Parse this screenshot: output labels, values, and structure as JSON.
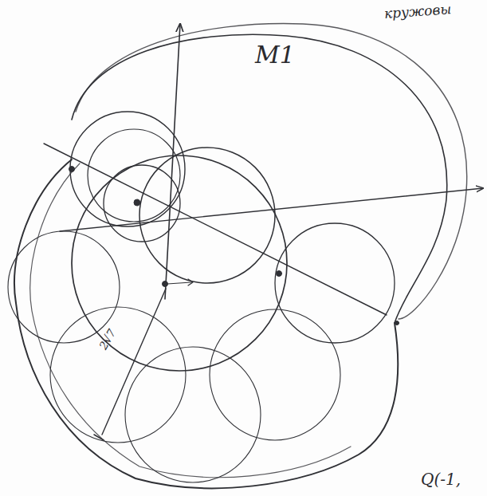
{
  "diagram": {
    "labels": [
      "кружовы",
      "M1",
      "2√7",
      "Q(-1,"
    ]
  }
}
